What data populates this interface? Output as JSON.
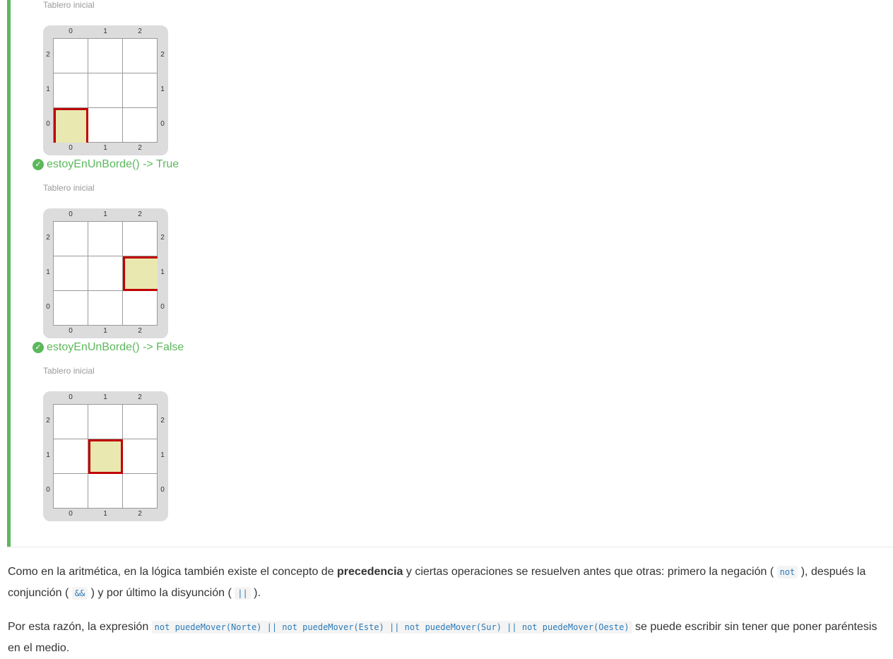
{
  "examples": [
    {
      "label": "Tablero inicial",
      "head": {
        "x": 0,
        "y": 0
      },
      "result": "estoyEnUnBorde() -> True"
    },
    {
      "label": "Tablero inicial",
      "head": {
        "x": 2,
        "y": 1
      },
      "result": "estoyEnUnBorde() -> False"
    },
    {
      "label": "Tablero inicial",
      "head": {
        "x": 1,
        "y": 1
      },
      "result": null
    }
  ],
  "axis": {
    "cols": [
      "0",
      "1",
      "2"
    ],
    "rows": [
      "2",
      "1",
      "0"
    ]
  },
  "icons": {
    "check": "check-circle-icon"
  },
  "paragraph1": {
    "part1": "Como en la aritmética, en la lógica también existe el concepto de ",
    "bold": "precedencia",
    "part2": " y ciertas operaciones se resuelven antes que otras: primero la negación ( ",
    "code1": "not",
    "part3": " ), después la conjunción ( ",
    "code2": "&&",
    "part4": " ) y por último la disyunción ( ",
    "code3": "||",
    "part5": " )."
  },
  "paragraph2": {
    "part1": "Por esta razón, la expresión ",
    "code": "not puedeMover(Norte) || not puedeMover(Este) || not puedeMover(Sur) || not puedeMover(Oeste)",
    "part2": " se puede escribir sin tener que poner paréntesis en el medio."
  },
  "colors": {
    "success": "#5cb85c",
    "head_border": "#c00000",
    "head_fill": "#e8e8b0"
  }
}
